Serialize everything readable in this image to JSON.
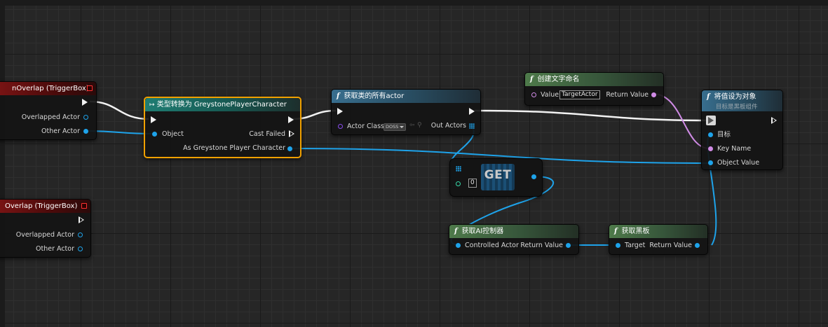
{
  "node_begin_overlap_top": {
    "title": "nOverlap (TriggerBox)",
    "pins": [
      "Overlapped Actor",
      "Other Actor"
    ]
  },
  "node_begin_overlap_bottom": {
    "title": "Overlap (TriggerBox)",
    "pins": [
      "Overlapped Actor",
      "Other Actor"
    ]
  },
  "node_cast": {
    "title": "类型转换为 GreystonePlayerCharacter",
    "icon": "cast-arrow-icon",
    "pin_object": "Object",
    "pin_cast_failed": "Cast Failed",
    "pin_as": "As Greystone Player Character"
  },
  "node_get_all_actors": {
    "fx": "f",
    "title": "获取类的所有actor",
    "pin_actor_class": "Actor Class",
    "actor_class_value": "DOSS",
    "pin_out_actors": "Out Actors"
  },
  "node_get_array": {
    "label": "GET",
    "index_value": "0"
  },
  "node_make_literal_name": {
    "fx": "f",
    "title": "创建文字命名",
    "pin_value": "Value",
    "value": "TargetActor",
    "pin_return": "Return Value"
  },
  "node_set_value_as_object": {
    "fx": "f",
    "title": "将值设为对象",
    "subtitle": "目标是黑板组件",
    "pin_target": "目标",
    "pin_key_name": "Key Name",
    "pin_object_value": "Object Value"
  },
  "node_get_ai_controller": {
    "fx": "f",
    "title": "获取AI控制器",
    "pin_controlled_actor": "Controlled Actor",
    "pin_return": "Return Value"
  },
  "node_get_blackboard": {
    "fx": "f",
    "title": "获取黑板",
    "pin_target": "Target",
    "pin_return": "Return Value"
  },
  "colors": {
    "exec_wire": "#f2f2f2",
    "object_wire": "#1ea3ea",
    "name_wire": "#d08be6",
    "selection": "#f0a000",
    "event_header": "#7a1414",
    "function_header": "#386e8e",
    "pure_header": "#4e7a4a",
    "cast_header": "#1f7d73"
  }
}
